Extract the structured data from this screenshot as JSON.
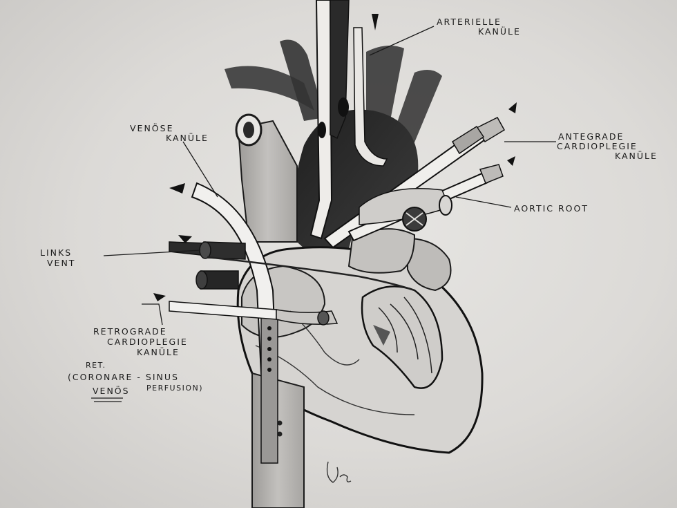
{
  "labels": {
    "arterielle_1": "Arterielle",
    "arterielle_2": "Kanüle",
    "venose_1": "Venöse",
    "venose_2": "Kanüle",
    "antegrade_1": "Antegrade",
    "antegrade_2": "Cardioplegie",
    "antegrade_3": "Kanüle",
    "aortic_root": "Aortic Root",
    "links_1": "Links",
    "links_2": "Vent",
    "retro_1": "Retrograde",
    "retro_2": "Cardioplegie",
    "retro_3": "Kanüle",
    "retro_4": "Ret.",
    "retro_5": "(Coronare - Sinus",
    "retro_6": "Perfusion)",
    "retro_7": "Venös"
  },
  "colors": {
    "paper": "#dcdad7",
    "ink": "#1b1b1b",
    "shade_dark": "#2e2e2e",
    "shade_mid": "#8a8886",
    "shade_light": "#bdbbb8"
  }
}
